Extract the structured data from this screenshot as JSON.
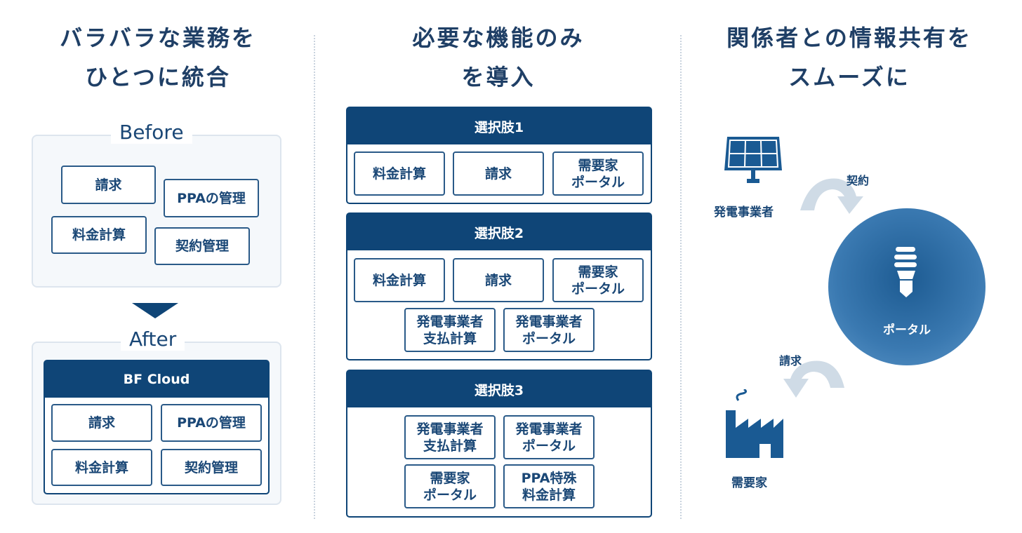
{
  "columns": [
    {
      "title_lines": [
        "バラバラな業務を",
        "ひとつに統合"
      ]
    },
    {
      "title_lines": [
        "必要な機能のみ",
        "を導入"
      ]
    },
    {
      "title_lines": [
        "関係者との情報共有を",
        "スムーズに"
      ]
    }
  ],
  "before": {
    "label": "Before",
    "items": [
      "請求",
      "PPAの管理",
      "料金計算",
      "契約管理"
    ]
  },
  "after": {
    "label": "After",
    "product": "BF Cloud",
    "items": [
      "請求",
      "PPAの管理",
      "料金計算",
      "契約管理"
    ]
  },
  "options": [
    {
      "title": "選択肢1",
      "items": [
        "料金計算",
        "請求",
        "需要家\nポータル"
      ]
    },
    {
      "title": "選択肢2",
      "items": [
        "料金計算",
        "請求",
        "需要家\nポータル",
        "発電事業者\n支払計算",
        "発電事業者\nポータル"
      ]
    },
    {
      "title": "選択肢3",
      "items": [
        "発電事業者\n支払計算",
        "発電事業者\nポータル",
        "需要家\nポータル",
        "PPA特殊\n料金計算"
      ]
    }
  ],
  "flow": {
    "generator": "発電事業者",
    "contract": "契約",
    "portal": "ポータル",
    "billing": "請求",
    "consumer": "需要家"
  },
  "colors": {
    "navy": "#0f4577",
    "text": "#1a4776",
    "arrow": "#cfdbe6"
  }
}
